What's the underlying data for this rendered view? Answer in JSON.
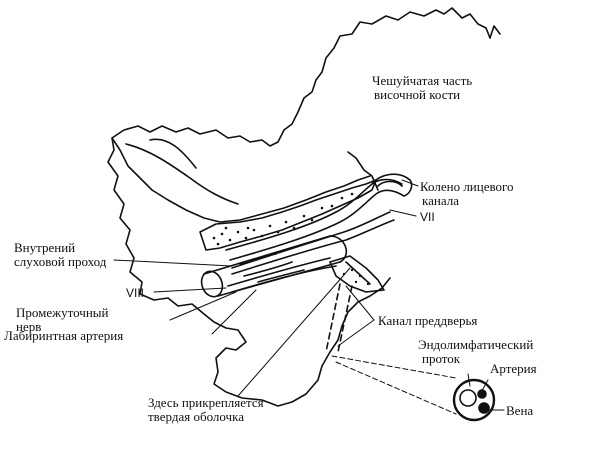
{
  "labels": {
    "squama": [
      "Чешуйчатая часть",
      "височной кости"
    ],
    "geniculum": [
      "Колено лицевого",
      "канала"
    ],
    "vii": "VII",
    "meatus": [
      "Внутрений",
      "слуховой проход"
    ],
    "viii": "VIII",
    "intermedius": [
      "Промежуточный",
      "нерв"
    ],
    "labyr_artery": "Лабиринтная артерия",
    "vestibule_canal": "Канал преддверья",
    "endolymph_duct": [
      "Эндолимфатический",
      "проток"
    ],
    "artery": "Артерия",
    "vein": "Вена",
    "dura": [
      "Здесь прикрепляется",
      "твердая оболочка"
    ]
  }
}
